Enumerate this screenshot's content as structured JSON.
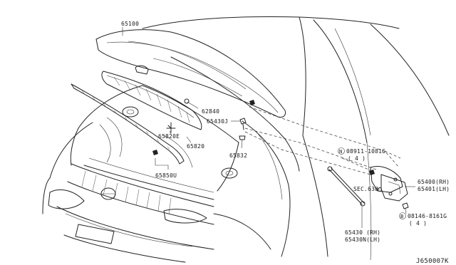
{
  "diagram": {
    "parts": {
      "hood": "65100",
      "seal_front": "62840",
      "hood_lock_bolt": "65430J",
      "insulator_clip": "65820E",
      "hood_insulator": "65820",
      "buffer": "65832",
      "seal_clip": "65850U",
      "nut_ref_prefix": "N",
      "nut_ref": "08911-1081G",
      "nut_qty": "( 4 )",
      "hinge_rh": "65400(RH)",
      "hinge_lh": "65401(LH)",
      "sec_ref": "SEC.630",
      "bolt_ref_prefix": "B",
      "bolt_ref": "08146-8161G",
      "bolt_qty": "( 4 )",
      "stay_rh": "65430  (RH)",
      "stay_lh": "65430N(LH)"
    },
    "drawing_code": "J650007K"
  }
}
